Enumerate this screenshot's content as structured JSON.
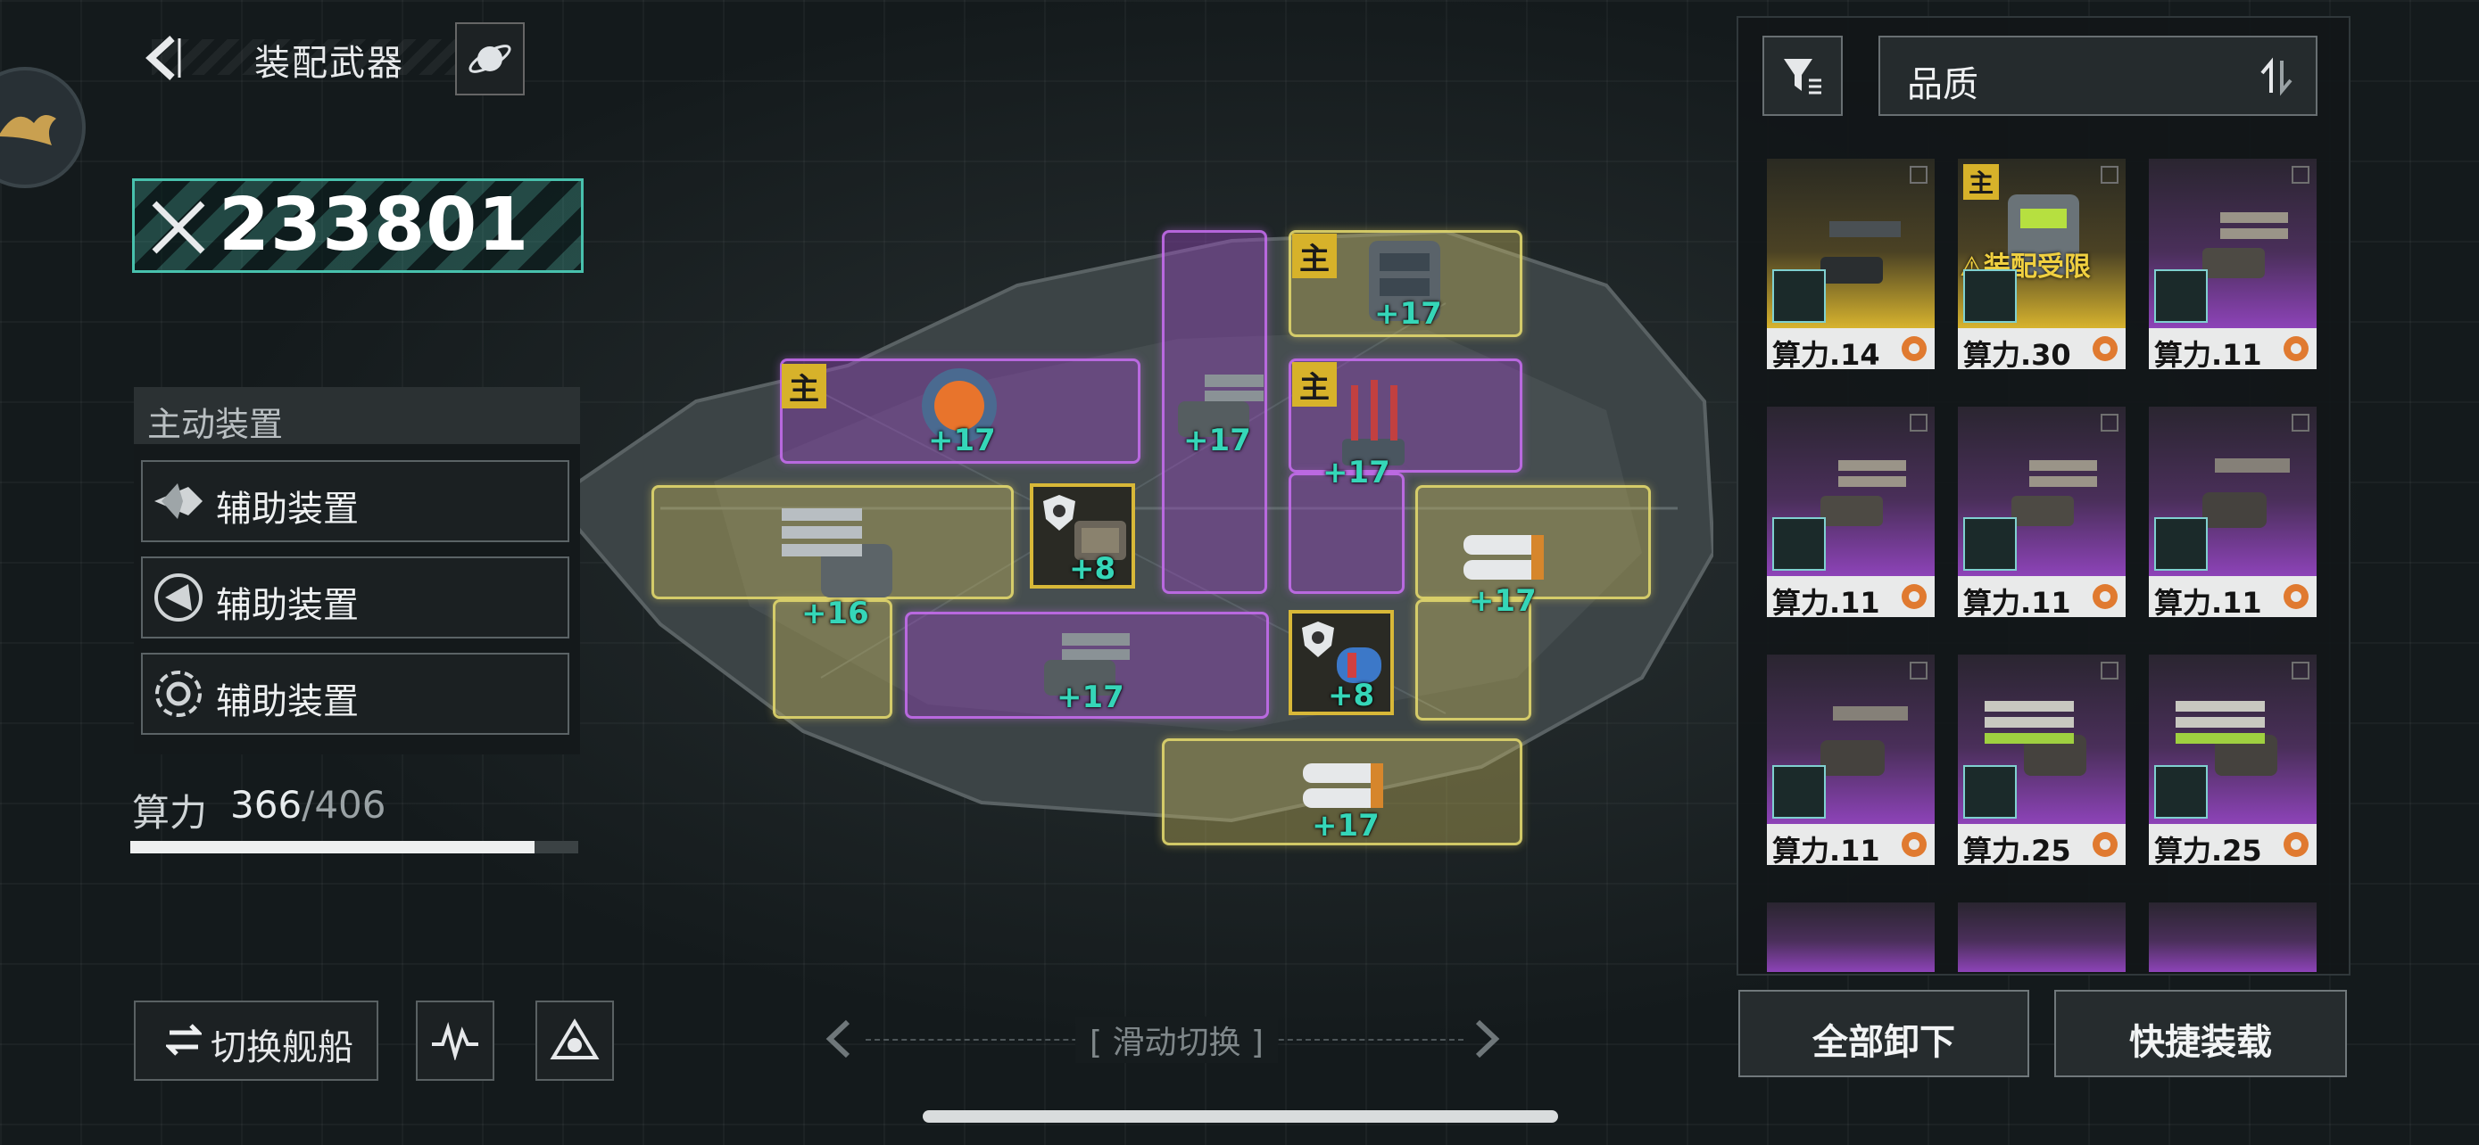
{
  "header": {
    "title": "装配武器"
  },
  "power": {
    "value": "233801"
  },
  "active_devices": {
    "header": "主动装置",
    "items": [
      {
        "label": "辅助装置",
        "icon": "fighter-jet-icon"
      },
      {
        "label": "辅助装置",
        "icon": "drone-circle-icon"
      },
      {
        "label": "辅助装置",
        "icon": "target-ring-icon"
      }
    ]
  },
  "compute": {
    "label": "算力",
    "used": "366",
    "max": "/406",
    "ratio": 0.9015
  },
  "bottom": {
    "switch_ship": "切换舰船",
    "slide_hint": "[ 滑动切换 ]"
  },
  "slots": {
    "main_badge": "主",
    "levels": {
      "top_right": "+17",
      "mid_left": "+17",
      "vertical": "+17",
      "mid_right": "+17",
      "box_left": "+8",
      "big_left": "+16",
      "lower_purple": "+17",
      "box_right": "+8",
      "right_yellow": "+17",
      "bottom_yellow": "+17"
    }
  },
  "inventory": {
    "sort_label": "品质",
    "restricted_label": "装配受限",
    "main_badge": "主",
    "cards": [
      {
        "cost": "算力.14",
        "rarity": "gold"
      },
      {
        "cost": "算力.30",
        "rarity": "gold"
      },
      {
        "cost": "算力.11",
        "rarity": "purple"
      },
      {
        "cost": "算力.11",
        "rarity": "purple"
      },
      {
        "cost": "算力.11",
        "rarity": "purple"
      },
      {
        "cost": "算力.11",
        "rarity": "purple"
      },
      {
        "cost": "算力.11",
        "rarity": "purple"
      },
      {
        "cost": "算力.25",
        "rarity": "purple"
      },
      {
        "cost": "算力.25",
        "rarity": "purple"
      }
    ],
    "unload_all": "全部卸下",
    "quick_equip": "快捷装载"
  },
  "colors": {
    "accent": "#48c1ad",
    "gold": "#d7b22a",
    "purple": "#8d43b8",
    "level_text": "#35d6b8"
  }
}
